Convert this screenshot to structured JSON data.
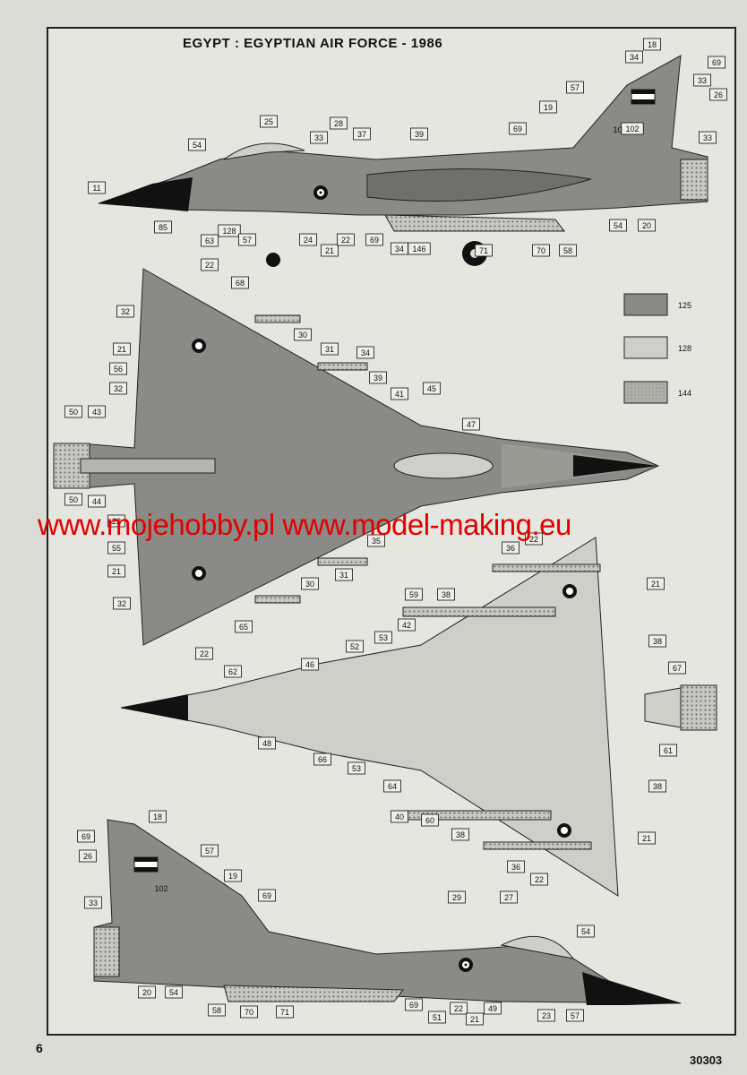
{
  "title": "EGYPT : EGYPTIAN AIR FORCE - 1986",
  "page_number": "6",
  "product_code": "30303",
  "watermark": "www.mojehobby.pl www.model-making.eu",
  "legend": [
    {
      "code": "125",
      "color": "#8a8a86"
    },
    {
      "code": "128",
      "color": "#cfcfca"
    },
    {
      "code": "144",
      "color": "#b0b0aa"
    }
  ],
  "aircraft_serial": "102",
  "callouts": {
    "top_side": [
      "11",
      "85",
      "54",
      "63",
      "128",
      "57",
      "25",
      "28",
      "33",
      "37",
      "39",
      "24",
      "21",
      "22",
      "69",
      "34",
      "146",
      "71",
      "70",
      "58",
      "18",
      "34",
      "69",
      "33",
      "26",
      "57",
      "19",
      "69",
      "102",
      "33",
      "54",
      "20"
    ],
    "plan_top": [
      "22",
      "68",
      "32",
      "21",
      "56",
      "32",
      "30",
      "31",
      "34",
      "39",
      "41",
      "45",
      "50",
      "43",
      "47",
      "50",
      "44",
      "22",
      "55",
      "21",
      "32",
      "35",
      "31",
      "30",
      "65",
      "22"
    ],
    "plan_bottom": [
      "22",
      "36",
      "21",
      "59",
      "38",
      "42",
      "53",
      "52",
      "46",
      "62",
      "48",
      "38",
      "67",
      "66",
      "53",
      "64",
      "40",
      "60",
      "38",
      "61",
      "38",
      "21",
      "36",
      "22"
    ],
    "bottom_side": [
      "18",
      "69",
      "26",
      "57",
      "19",
      "33",
      "69",
      "29",
      "27",
      "54",
      "20",
      "54",
      "58",
      "70",
      "71",
      "69",
      "51",
      "22",
      "21",
      "49",
      "23",
      "57"
    ]
  }
}
